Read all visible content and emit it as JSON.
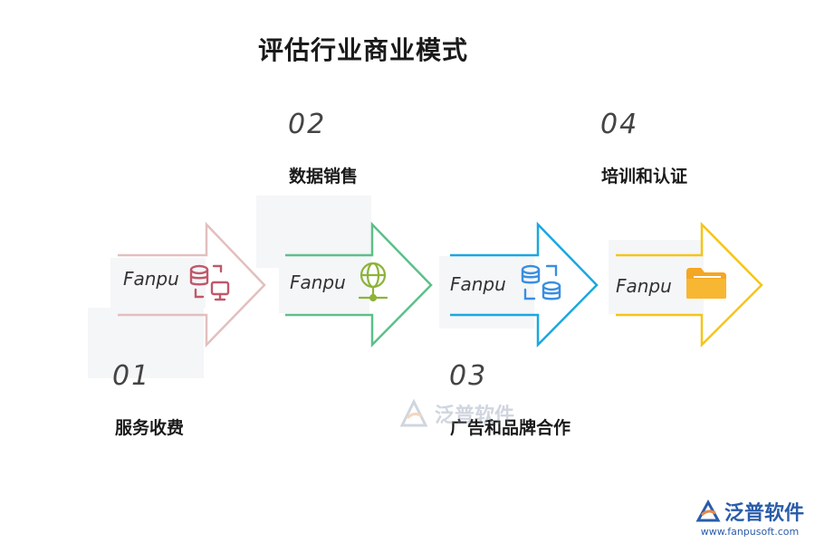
{
  "title": "评估行业商业模式",
  "steps": [
    {
      "num": "01",
      "label": "服务收费",
      "brand": "Fanpu",
      "icon": "database-monitor-icon",
      "color": "#e3bfbf",
      "icon_color": "#c0586a"
    },
    {
      "num": "02",
      "label": "数据销售",
      "brand": "Fanpu",
      "icon": "globe-network-icon",
      "color": "#5cc08a",
      "icon_color": "#8db33a"
    },
    {
      "num": "03",
      "label": "广告和品牌合作",
      "brand": "Fanpu",
      "icon": "database-sync-icon",
      "color": "#1aa8e0",
      "icon_color": "#3a8ee0"
    },
    {
      "num": "04",
      "label": "培训和认证",
      "brand": "Fanpu",
      "icon": "folder-icon",
      "color": "#f5c518",
      "icon_color": "#f5a623"
    }
  ],
  "watermark": {
    "text": "泛普软件"
  },
  "brand": {
    "name": "泛普软件",
    "url": "www.fanpusoft.com",
    "color": "#2a5caa"
  }
}
